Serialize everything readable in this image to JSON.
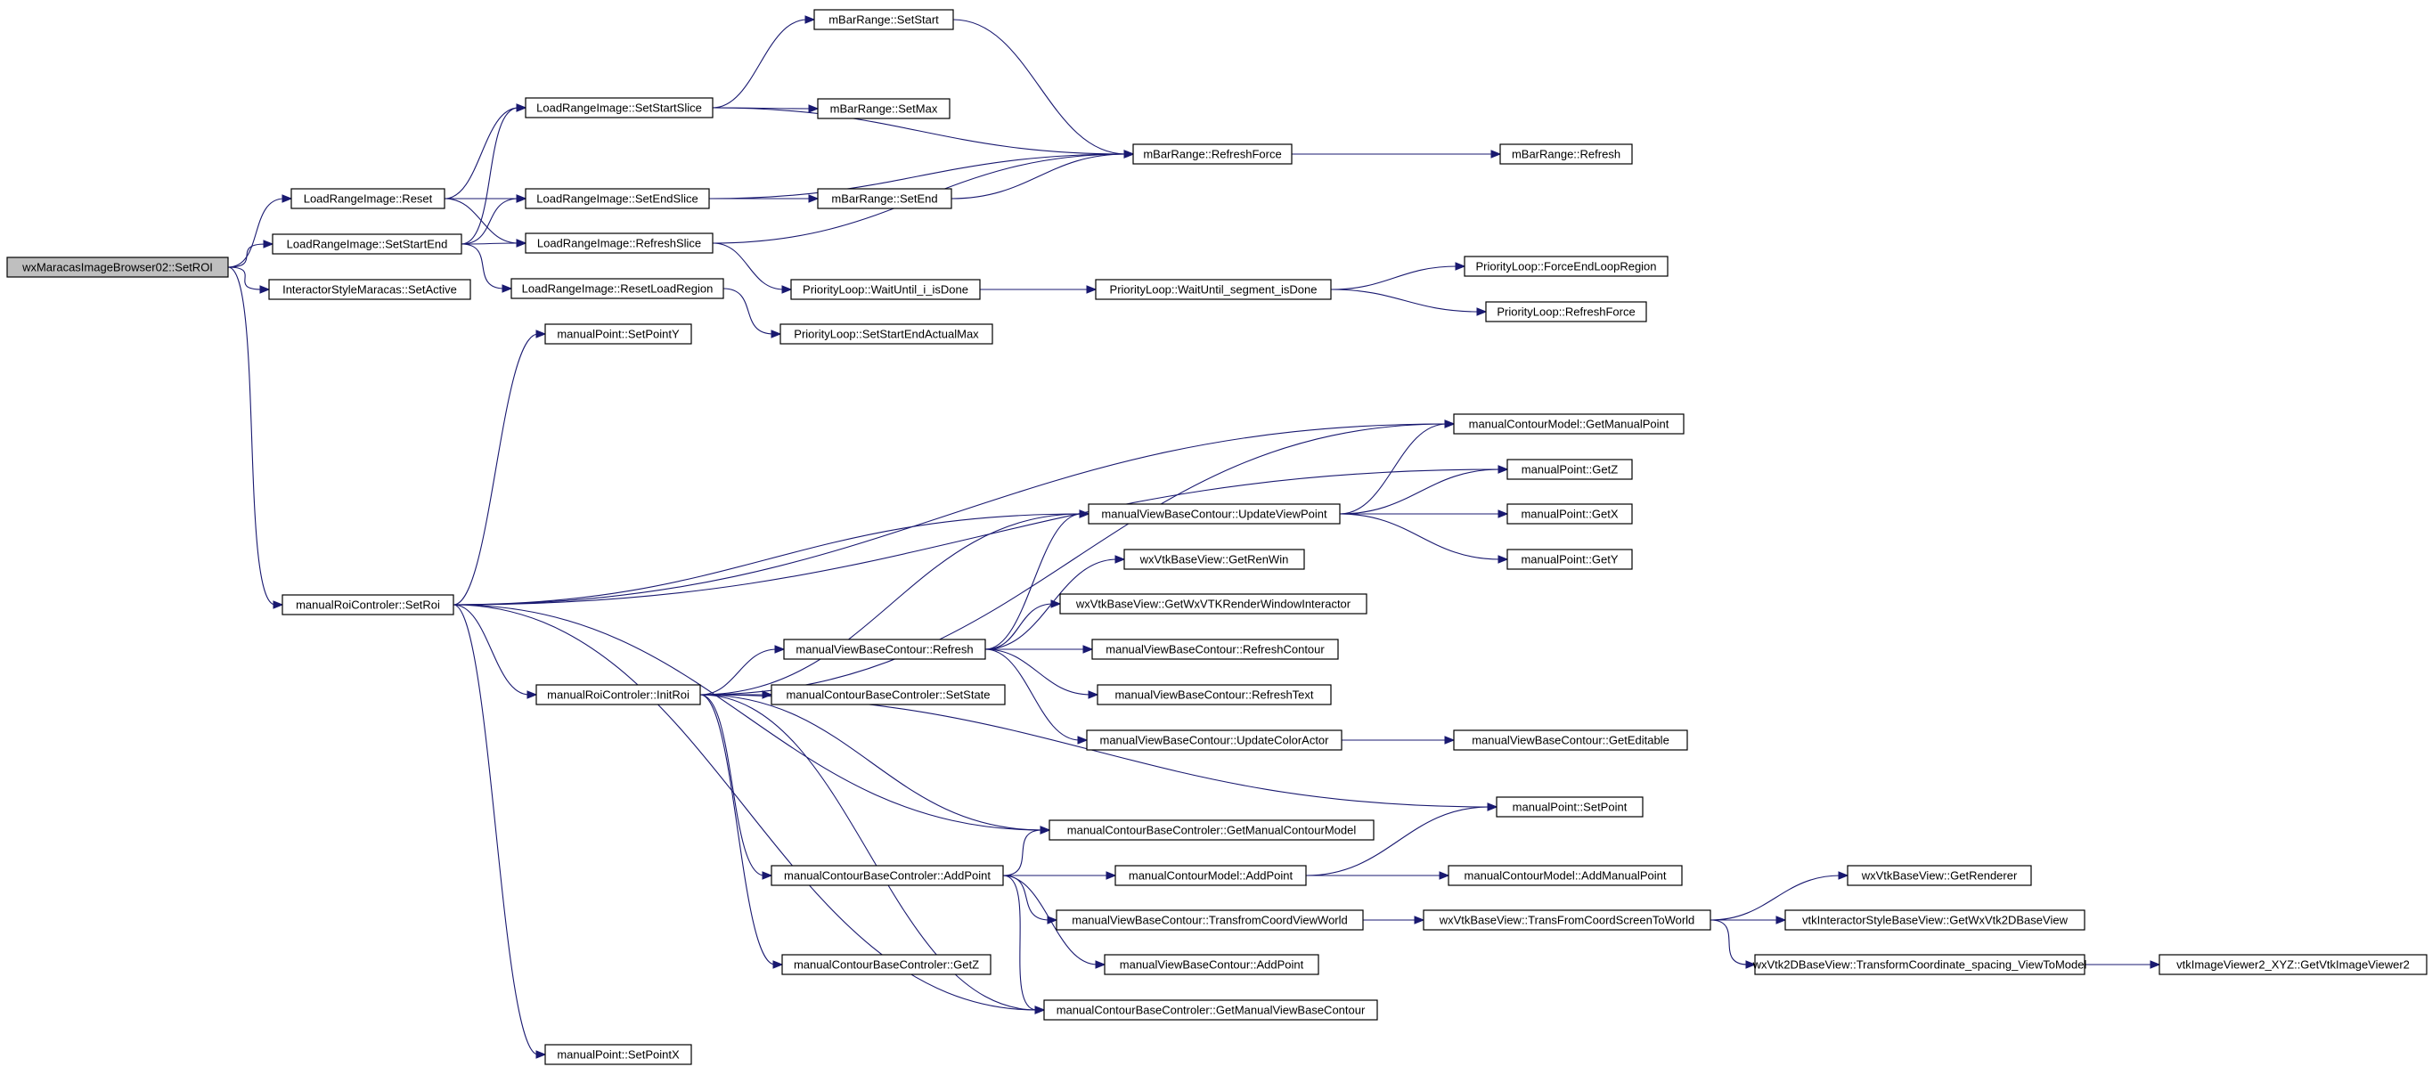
{
  "diagram": {
    "type": "call-graph",
    "colors": {
      "edge": "#191970",
      "root_fill": "#bfbfbf",
      "node_fill": "#ffffff",
      "border": "#000000"
    },
    "nodes": [
      {
        "id": "root",
        "label": "wxMaracasImageBrowser02::SetROI"
      },
      {
        "id": "lri_reset",
        "label": "LoadRangeImage::Reset"
      },
      {
        "id": "lri_setstartend",
        "label": "LoadRangeImage::SetStartEnd"
      },
      {
        "id": "ism_setactive",
        "label": "InteractorStyleMaracas::SetActive"
      },
      {
        "id": "mrc_setroi",
        "label": "manualRoiControler::SetRoi"
      },
      {
        "id": "lri_setstartslice",
        "label": "LoadRangeImage::SetStartSlice"
      },
      {
        "id": "lri_setendslice",
        "label": "LoadRangeImage::SetEndSlice"
      },
      {
        "id": "lri_refreshslice",
        "label": "LoadRangeImage::RefreshSlice"
      },
      {
        "id": "lri_resetloadregion",
        "label": "LoadRangeImage::ResetLoadRegion"
      },
      {
        "id": "mbr_setstart",
        "label": "mBarRange::SetStart"
      },
      {
        "id": "mbr_setmax",
        "label": "mBarRange::SetMax"
      },
      {
        "id": "mbr_setend",
        "label": "mBarRange::SetEnd"
      },
      {
        "id": "mbr_refreshforce",
        "label": "mBarRange::RefreshForce"
      },
      {
        "id": "mbr_refresh",
        "label": "mBarRange::Refresh"
      },
      {
        "id": "pl_waituntil_i",
        "label": "PriorityLoop::WaitUntil_i_isDone"
      },
      {
        "id": "pl_setstartendactualmax",
        "label": "PriorityLoop::SetStartEndActualMax"
      },
      {
        "id": "pl_waituntil_seg",
        "label": "PriorityLoop::WaitUntil_segment_isDone"
      },
      {
        "id": "pl_forceendloopregion",
        "label": "PriorityLoop::ForceEndLoopRegion"
      },
      {
        "id": "pl_refreshforce",
        "label": "PriorityLoop::RefreshForce"
      },
      {
        "id": "mp_setpointy",
        "label": "manualPoint::SetPointY"
      },
      {
        "id": "mcm_getmanualpoint",
        "label": "manualContourModel::GetManualPoint"
      },
      {
        "id": "mp_getz",
        "label": "manualPoint::GetZ"
      },
      {
        "id": "mvbc_updateviewpoint",
        "label": "manualViewBaseContour::UpdateViewPoint"
      },
      {
        "id": "mp_getx",
        "label": "manualPoint::GetX"
      },
      {
        "id": "wxvbv_getrenwin",
        "label": "wxVtkBaseView::GetRenWin"
      },
      {
        "id": "mp_gety",
        "label": "manualPoint::GetY"
      },
      {
        "id": "wxvbv_getwxvtkrwi",
        "label": "wxVtkBaseView::GetWxVTKRenderWindowInteractor"
      },
      {
        "id": "mvbc_refresh",
        "label": "manualViewBaseContour::Refresh"
      },
      {
        "id": "mvbc_refreshcontour",
        "label": "manualViewBaseContour::RefreshContour"
      },
      {
        "id": "mrc_initroi",
        "label": "manualRoiControler::InitRoi"
      },
      {
        "id": "mcbc_setstate",
        "label": "manualContourBaseControler::SetState"
      },
      {
        "id": "mvbc_refreshtext",
        "label": "manualViewBaseContour::RefreshText"
      },
      {
        "id": "mvbc_updatecoloractor",
        "label": "manualViewBaseContour::UpdateColorActor"
      },
      {
        "id": "mvbc_geteditable",
        "label": "manualViewBaseContour::GetEditable"
      },
      {
        "id": "mp_setpoint",
        "label": "manualPoint::SetPoint"
      },
      {
        "id": "mcbc_getmanualcontourmodel",
        "label": "manualContourBaseControler::GetManualContourModel"
      },
      {
        "id": "mcbc_addpoint",
        "label": "manualContourBaseControler::AddPoint"
      },
      {
        "id": "mcm_addpoint",
        "label": "manualContourModel::AddPoint"
      },
      {
        "id": "mcm_addmanualpoint",
        "label": "manualContourModel::AddManualPoint"
      },
      {
        "id": "wxvbv_getrenderer",
        "label": "wxVtkBaseView::GetRenderer"
      },
      {
        "id": "mvbc_transfromcoord",
        "label": "manualViewBaseContour::TransfromCoordViewWorld"
      },
      {
        "id": "wxvbv_transfromcoord",
        "label": "wxVtkBaseView::TransFromCoordScreenToWorld"
      },
      {
        "id": "vtkisbv_getwxvtk2d",
        "label": "vtkInteractorStyleBaseView::GetWxVtk2DBaseView"
      },
      {
        "id": "mcbc_getz",
        "label": "manualContourBaseControler::GetZ"
      },
      {
        "id": "mvbc_addpoint",
        "label": "manualViewBaseContour::AddPoint"
      },
      {
        "id": "wx2d_transformcoord",
        "label": "wxVtk2DBaseView::TransformCoordinate_spacing_ViewToModel"
      },
      {
        "id": "vtkiv2_getvtkimageviewer",
        "label": "vtkImageViewer2_XYZ::GetVtkImageViewer2"
      },
      {
        "id": "mcbc_getmanualviewbasecontour",
        "label": "manualContourBaseControler::GetManualViewBaseContour"
      },
      {
        "id": "mp_setpointx",
        "label": "manualPoint::SetPointX"
      }
    ],
    "edges": [
      [
        "root",
        "lri_reset"
      ],
      [
        "root",
        "lri_setstartend"
      ],
      [
        "root",
        "ism_setactive"
      ],
      [
        "root",
        "mrc_setroi"
      ],
      [
        "lri_reset",
        "lri_setstartslice"
      ],
      [
        "lri_reset",
        "lri_setendslice"
      ],
      [
        "lri_reset",
        "lri_refreshslice"
      ],
      [
        "lri_setstartend",
        "lri_setstartslice"
      ],
      [
        "lri_setstartend",
        "lri_setendslice"
      ],
      [
        "lri_setstartend",
        "lri_refreshslice"
      ],
      [
        "lri_setstartend",
        "lri_resetloadregion"
      ],
      [
        "lri_setstartslice",
        "mbr_setstart"
      ],
      [
        "lri_setstartslice",
        "mbr_setmax"
      ],
      [
        "lri_setstartslice",
        "mbr_refreshforce"
      ],
      [
        "lri_setendslice",
        "mbr_setend"
      ],
      [
        "lri_setendslice",
        "mbr_refreshforce"
      ],
      [
        "lri_refreshslice",
        "mbr_refreshforce"
      ],
      [
        "lri_refreshslice",
        "pl_waituntil_i"
      ],
      [
        "lri_resetloadregion",
        "pl_setstartendactualmax"
      ],
      [
        "mbr_setstart",
        "mbr_refreshforce"
      ],
      [
        "mbr_setend",
        "mbr_refreshforce"
      ],
      [
        "mbr_refreshforce",
        "mbr_refresh"
      ],
      [
        "pl_waituntil_i",
        "pl_waituntil_seg"
      ],
      [
        "pl_waituntil_seg",
        "pl_forceendloopregion"
      ],
      [
        "pl_waituntil_seg",
        "pl_refreshforce"
      ],
      [
        "mrc_setroi",
        "mp_setpointy"
      ],
      [
        "mrc_setroi",
        "mcm_getmanualpoint"
      ],
      [
        "mrc_setroi",
        "mp_getz"
      ],
      [
        "mrc_setroi",
        "mvbc_updateviewpoint"
      ],
      [
        "mrc_setroi",
        "mrc_initroi"
      ],
      [
        "mrc_setroi",
        "mcbc_getmanualcontourmodel"
      ],
      [
        "mrc_setroi",
        "mcbc_getmanualviewbasecontour"
      ],
      [
        "mrc_setroi",
        "mp_setpointx"
      ],
      [
        "mvbc_updateviewpoint",
        "mcm_getmanualpoint"
      ],
      [
        "mvbc_updateviewpoint",
        "mp_getz"
      ],
      [
        "mvbc_updateviewpoint",
        "mp_getx"
      ],
      [
        "mvbc_updateviewpoint",
        "mp_gety"
      ],
      [
        "mvbc_refresh",
        "mvbc_updateviewpoint"
      ],
      [
        "mvbc_refresh",
        "wxvbv_getrenwin"
      ],
      [
        "mvbc_refresh",
        "wxvbv_getwxvtkrwi"
      ],
      [
        "mvbc_refresh",
        "mvbc_refreshcontour"
      ],
      [
        "mvbc_refresh",
        "mvbc_refreshtext"
      ],
      [
        "mvbc_refresh",
        "mvbc_updatecoloractor"
      ],
      [
        "mvbc_updatecoloractor",
        "mvbc_geteditable"
      ],
      [
        "mrc_initroi",
        "mcm_getmanualpoint"
      ],
      [
        "mrc_initroi",
        "mvbc_updateviewpoint"
      ],
      [
        "mrc_initroi",
        "mvbc_refresh"
      ],
      [
        "mrc_initroi",
        "mcbc_setstate"
      ],
      [
        "mrc_initroi",
        "mp_setpoint"
      ],
      [
        "mrc_initroi",
        "mcbc_getmanualcontourmodel"
      ],
      [
        "mrc_initroi",
        "mcbc_addpoint"
      ],
      [
        "mrc_initroi",
        "mcbc_getz"
      ],
      [
        "mrc_initroi",
        "mcbc_getmanualviewbasecontour"
      ],
      [
        "mcbc_addpoint",
        "mcbc_getmanualcontourmodel"
      ],
      [
        "mcbc_addpoint",
        "mcm_addpoint"
      ],
      [
        "mcbc_addpoint",
        "mvbc_transfromcoord"
      ],
      [
        "mcbc_addpoint",
        "mvbc_addpoint"
      ],
      [
        "mcbc_addpoint",
        "mcbc_getmanualviewbasecontour"
      ],
      [
        "mcm_addpoint",
        "mp_setpoint"
      ],
      [
        "mcm_addpoint",
        "mcm_addmanualpoint"
      ],
      [
        "mvbc_transfromcoord",
        "wxvbv_transfromcoord"
      ],
      [
        "wxvbv_transfromcoord",
        "wxvbv_getrenderer"
      ],
      [
        "wxvbv_transfromcoord",
        "vtkisbv_getwxvtk2d"
      ],
      [
        "wxvbv_transfromcoord",
        "wx2d_transformcoord"
      ],
      [
        "wx2d_transformcoord",
        "vtkiv2_getvtkimageviewer"
      ]
    ]
  }
}
